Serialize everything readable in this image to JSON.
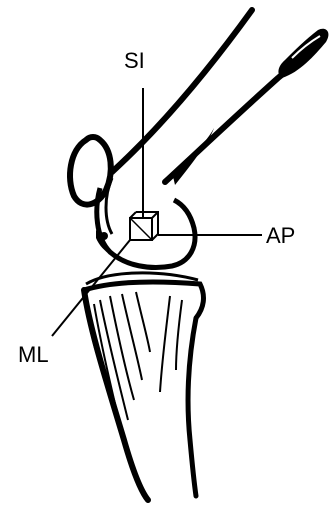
{
  "diagram": {
    "labels": {
      "superior_inferior": "SI",
      "anterior_posterior": "AP",
      "medial_lateral": "ML"
    },
    "colors": {
      "ink": "#000000",
      "paper": "#ffffff"
    }
  }
}
